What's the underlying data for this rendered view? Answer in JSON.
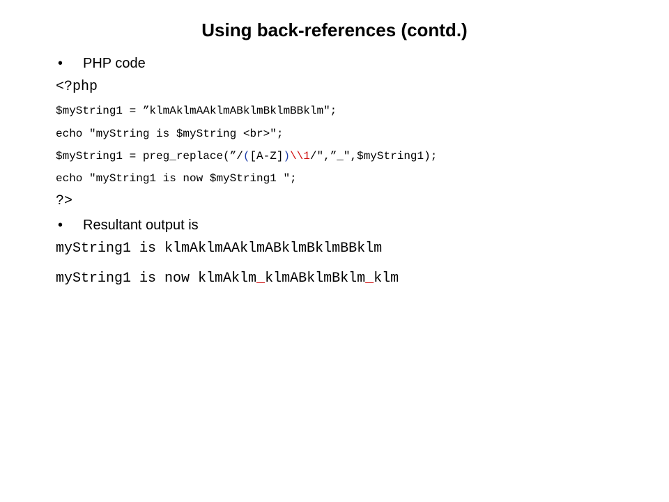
{
  "slide": {
    "title": "Using back-references (contd.)",
    "bullets": [
      "PHP code",
      "Resultant output is"
    ],
    "bullet_glyph": "•"
  },
  "code": {
    "open_tag": "<?php",
    "line1": "$myString1 = ”klmAklmAAklmABklmBklmBBklm\";",
    "line2": "echo \"myString is $myString <br>\";",
    "line3_a": "$myString1 = preg_replace(”/",
    "line3_b": "(",
    "line3_c": "[A-Z]",
    "line3_d": ")",
    "line3_e": "\\\\1",
    "line3_f": "/\",”_\",$myString1);",
    "line4": "echo \"myString1 is now $myString1 \";",
    "close_tag": "?>"
  },
  "output": {
    "line1": "myString1 is klmAklmAAklmABklmBklmBBklm",
    "line2_a": "myString1 is now klmAklm",
    "line2_b": "_",
    "line2_c": "klmABklmBklm",
    "line2_d": "_",
    "line2_e": "klm"
  },
  "colors": {
    "regex_group": "#1f3fa8",
    "highlight": "#d01010"
  }
}
